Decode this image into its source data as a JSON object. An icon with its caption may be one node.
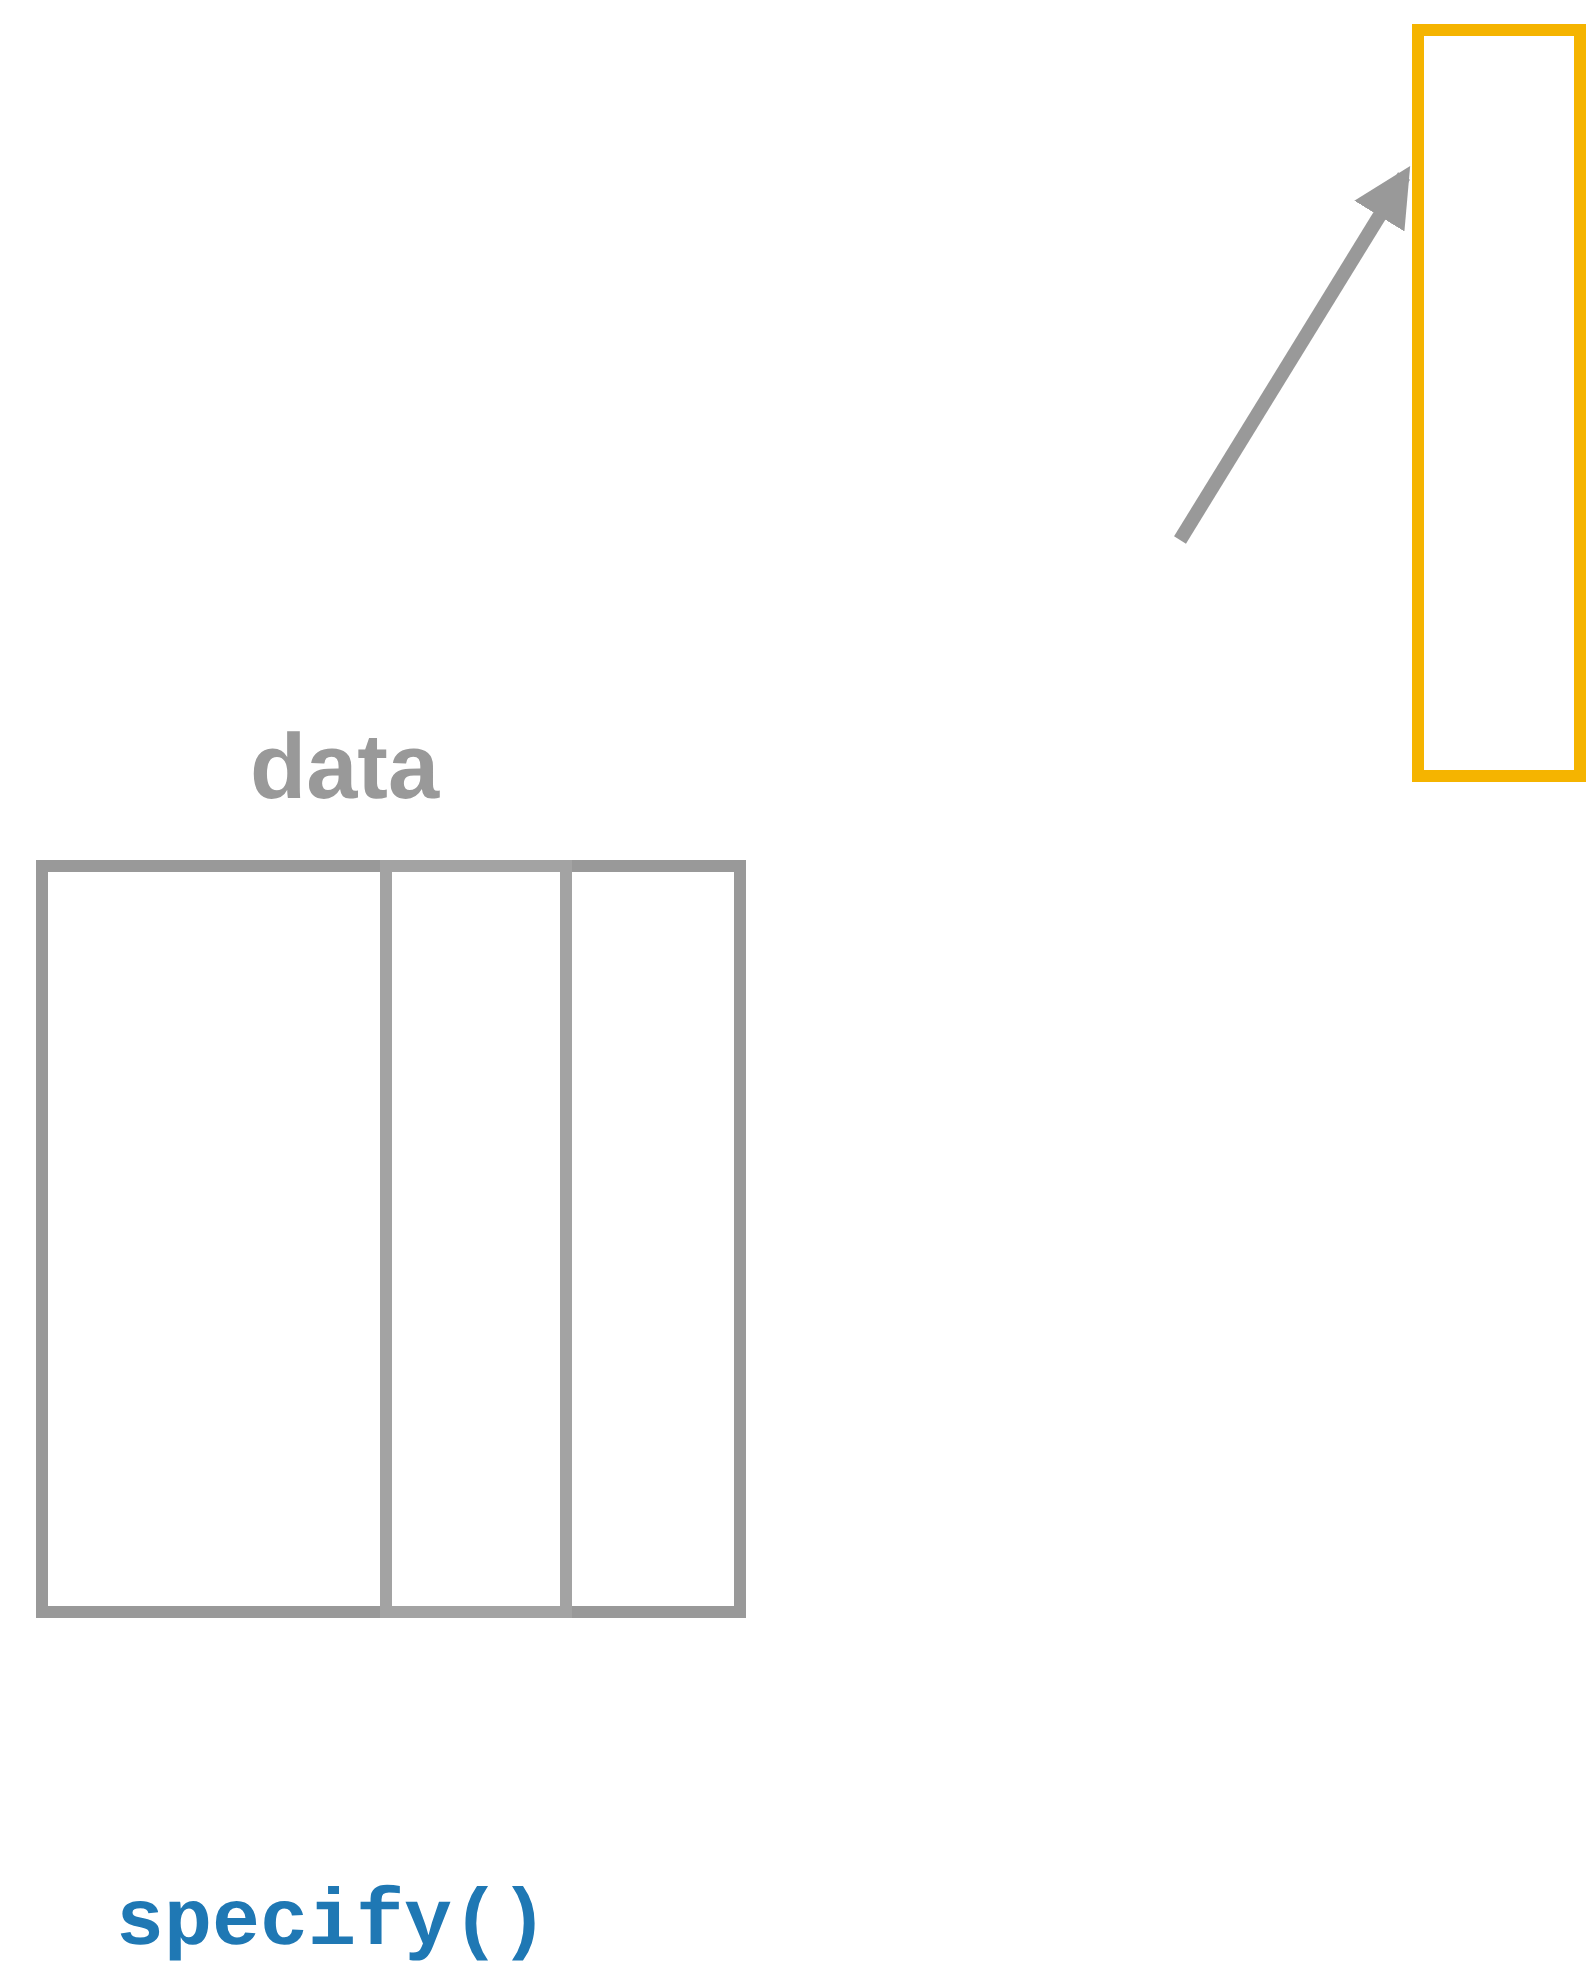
{
  "diagram": {
    "nodes": [
      {
        "text": [
          "data"
        ]
      },
      {
        "text": [],
        "shape": "box",
        "in": 0
      },
      {
        "text": [],
        "shape": "box"
      }
    ],
    "edges": [
      {
        "from": null,
        "to": 2,
        "arrow": "to"
      }
    ],
    "labels": [
      "specify()"
    ]
  }
}
